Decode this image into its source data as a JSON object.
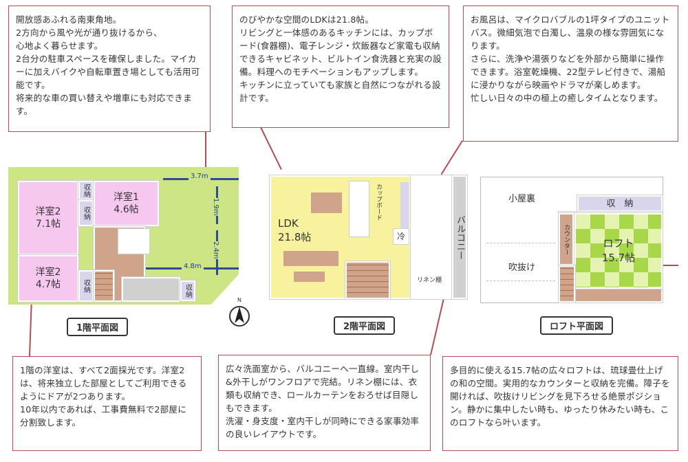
{
  "callouts": {
    "top_left": "開放感あふれる南東角地。\n2方向から風や光が通り抜けるから、\n心地よく暮らせます。\n2台分の駐車スペースを確保しました。マイカーに加えバイクや自転車置き場としても活用可能です。\n将来的な車の買い替えや増車にも対応できます。",
    "top_center": "のびやかな空間のLDKは21.8帖。\nリビングと一体感のあるキッチンには、カップボード(食器棚)、電子レンジ・炊飯器など家電も収納できるキャビネット、ビルトイン食洗器と充実の設備。料理へのモチベーションもアップします。\nキッチンに立っていても家族と自然につながれる設計です。",
    "top_right": "お風呂は、マイクロバブルの1坪タイプのユニットバス。微細気泡で白濁し、温泉の様な雰囲気になります。\nさらに、洗浄や湯張りなどを外部から簡単に操作できます。浴室乾燥機、22型テレビ付きで、湯船に浸かりながら映画やドラマが楽しめます。\n忙しい日々の中の極上の癒しタイムとなります。",
    "bottom_left": "1階の洋室は、すべて2面採光です。洋室2は、将来独立した部屋としてご利用できるようにドアが2つあります。\n10年以内であれば、工事費無料で2部屋に分割致します。",
    "bottom_center": "広々洗面室から、バルコニーへ一直線。室内干し&外干しがワンフロアで完結。リネン棚には、衣類も収納でき、ロールカーテンをおろせば目隠しもできます。\n洗濯・身支度・室内干しが同時にできる家事効率の良いレイアウトです。",
    "bottom_right": "多目的に使える15.7帖の広々ロフトは、琉球畳仕上げの和の空間。実用的なカウンターと収納を完備。障子を開ければ、吹抜けリビングを見下ろせる絶景ポジション。静かに集中したい時も、ゆったり休みたい時も、このロフトなら叶います。"
  },
  "floor1": {
    "title": "1階平面図",
    "room_a": "洋室2\n7.1帖",
    "room_b": "洋室2\n4.7帖",
    "room_c": "洋室1\n4.6帖",
    "storage": "収納",
    "dim_top": "3.7m",
    "dim_v1": "1.9m",
    "dim_v2": "2.4m",
    "dim_mid": "4.8m"
  },
  "floor2": {
    "title": "2階平面図",
    "ldk": "LDK\n21.8帖",
    "cupboard": "カップボード",
    "fridge": "冷",
    "linen": "リネン棚",
    "balcony": "バルコニー"
  },
  "loft": {
    "title": "ロフト平面図",
    "attic": "小屋裏",
    "storage": "収　納",
    "counter": "カウンター",
    "loft_room": "ロフト\n15.7帖",
    "void": "吹抜け"
  },
  "compass": {
    "north": "N"
  },
  "colors": {
    "border": "#b54a52",
    "pink": "#f7c8ef",
    "green": "#cde584",
    "yellow": "#f8f29e"
  }
}
